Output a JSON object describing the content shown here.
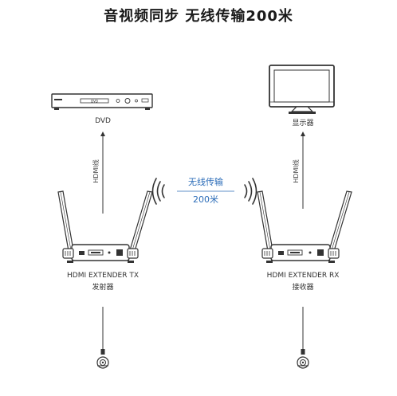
{
  "title": "音视频同步 无线传输200米",
  "source": {
    "label": "DVD",
    "screen_text": "DVD"
  },
  "display": {
    "label": "显示器"
  },
  "cable": {
    "left_label": "HDMI线",
    "right_label": "HDMI线"
  },
  "wireless": {
    "line1": "无线传输",
    "line2": "200米"
  },
  "transmitter": {
    "model": "HDMI EXTENDER TX",
    "name": "发射器"
  },
  "receiver": {
    "model": "HDMI EXTENDER RX",
    "name": "接收器"
  },
  "colors": {
    "accent": "#2b6cb8",
    "line": "#333333"
  }
}
